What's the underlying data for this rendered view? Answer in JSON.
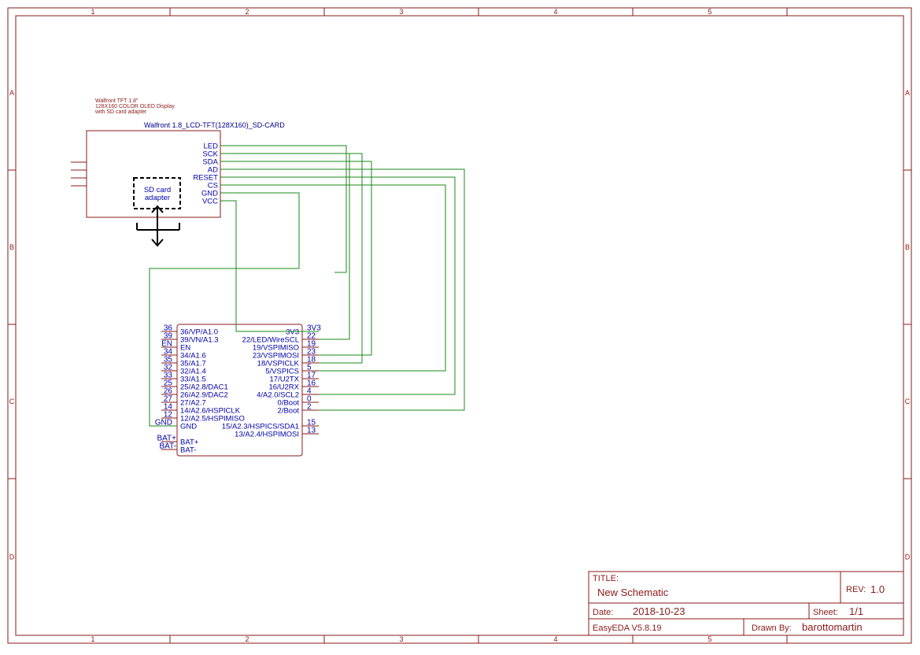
{
  "frame": {
    "columns": [
      "1",
      "2",
      "3",
      "4",
      "5"
    ],
    "rows": [
      "A",
      "B",
      "C",
      "D"
    ]
  },
  "title_block": {
    "title_label": "TITLE:",
    "title": "New Schematic",
    "rev_label": "REV:",
    "rev": "1.0",
    "date_label": "Date:",
    "date": "2018-10-23",
    "sheet_label": "Sheet:",
    "sheet": "1/1",
    "software": "EasyEDA V5.8.19",
    "drawn_by_label": "Drawn By:",
    "drawn_by": "barottomartin"
  },
  "display": {
    "notes": [
      "Walfront TFT 1.8\"",
      "128X160 COLOR OLED Display",
      "with SD card adapter"
    ],
    "part_name": "Walfront 1.8_LCD-TFT(128X160)_SD-CARD",
    "pins": [
      "LED",
      "SCK",
      "SDA",
      "AD",
      "RESET",
      "CS",
      "GND",
      "VCC"
    ],
    "sd_label_1": "SD card",
    "sd_label_2": "adapter"
  },
  "esp32": {
    "left_pins": [
      {
        "num": "36",
        "name": "36/VP/A1.0"
      },
      {
        "num": "39",
        "name": "39/VN/A1.3"
      },
      {
        "num": "EN",
        "name": "EN"
      },
      {
        "num": "34",
        "name": "34/A1.6"
      },
      {
        "num": "35",
        "name": "35/A1.7"
      },
      {
        "num": "32",
        "name": "32/A1.4"
      },
      {
        "num": "33",
        "name": "33/A1.5"
      },
      {
        "num": "25",
        "name": "25/A2.8/DAC1"
      },
      {
        "num": "26",
        "name": "26/A2.9/DAC2"
      },
      {
        "num": "27",
        "name": "27/A2.7"
      },
      {
        "num": "14",
        "name": "14/A2.6/HSPICLK"
      },
      {
        "num": "12",
        "name": "12/A2.5/HSPIMISO"
      },
      {
        "num": "GND",
        "name": "GND"
      }
    ],
    "bat_pins": [
      {
        "num": "BAT+",
        "name": "BAT+"
      },
      {
        "num": "BAT-",
        "name": "BAT-"
      }
    ],
    "right_pins": [
      {
        "num": "3V3",
        "name": "3V3"
      },
      {
        "num": "22",
        "name": "22/LED/WireSCL"
      },
      {
        "num": "19",
        "name": "19/VSPIMISO"
      },
      {
        "num": "23",
        "name": "23/VSPIMOSI"
      },
      {
        "num": "18",
        "name": "18/VSPICLK"
      },
      {
        "num": "5",
        "name": "5/VSPICS"
      },
      {
        "num": "17",
        "name": "17/U2TX"
      },
      {
        "num": "16",
        "name": "16/U2RX"
      },
      {
        "num": "4",
        "name": "4/A2.0/SCL2"
      },
      {
        "num": "0",
        "name": "0/Boot"
      },
      {
        "num": "2",
        "name": "2/Boot"
      },
      {
        "num": "15",
        "name": "15/A2.3/HSPICS/SDA1"
      },
      {
        "num": "13",
        "name": "13/A2.4/HSPIMOSI"
      }
    ]
  },
  "colors": {
    "frame": "#8b1a1a",
    "wire": "#1a8a1a",
    "pin_text": "#0000aa"
  }
}
